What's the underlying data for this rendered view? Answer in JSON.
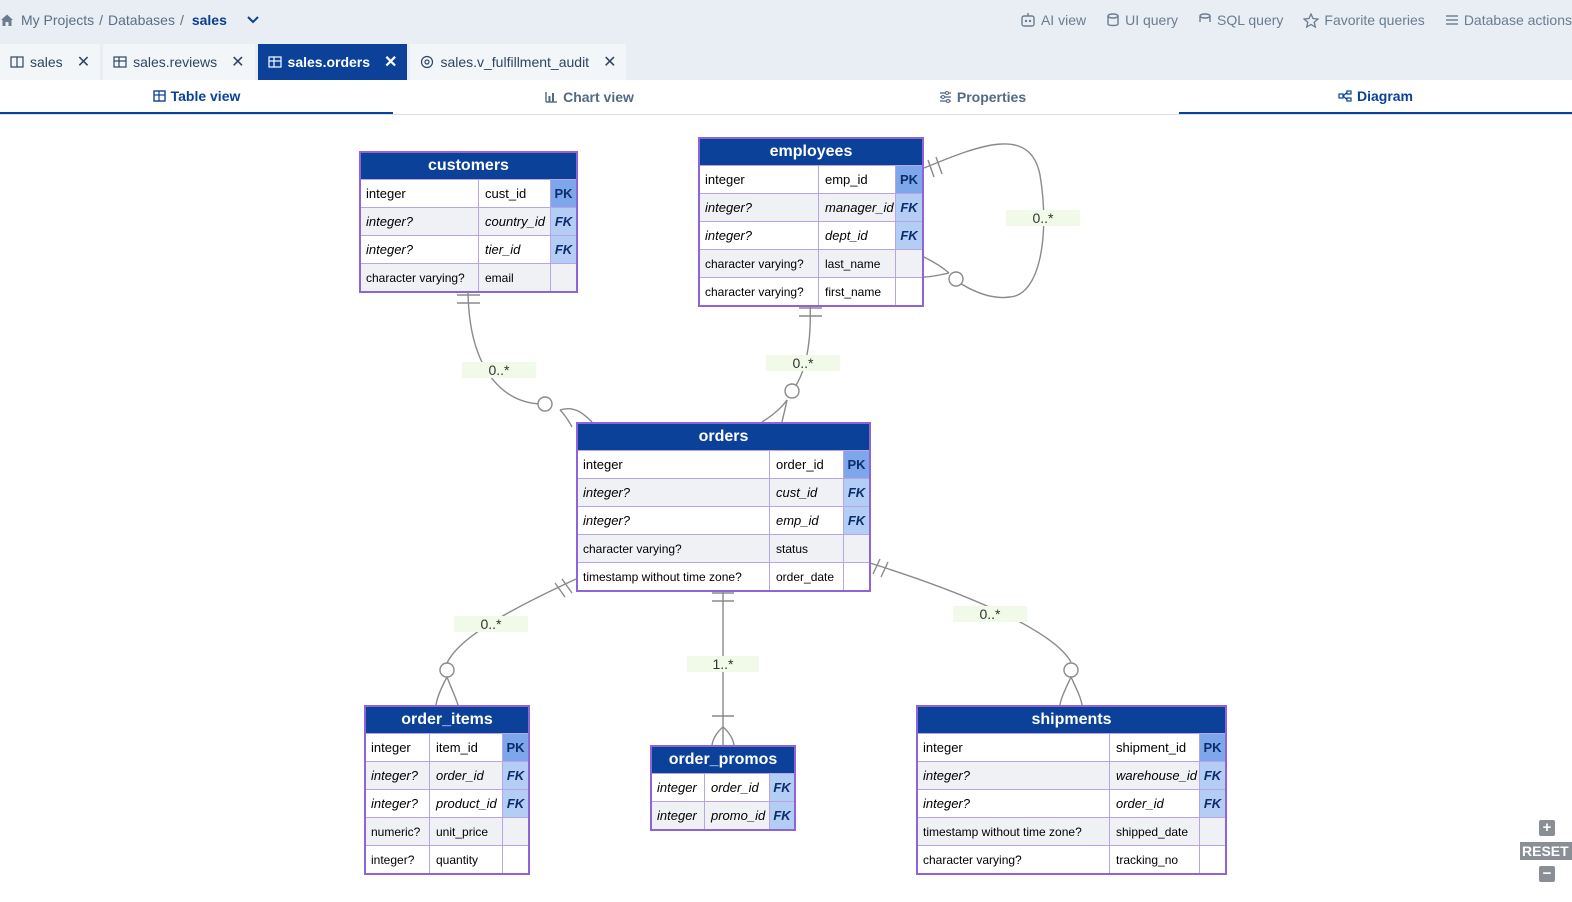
{
  "breadcrumb": {
    "projects": "My Projects",
    "sep": "/",
    "databases": "Databases",
    "current": "sales"
  },
  "actions": [
    {
      "label": "AI view",
      "icon": "robot-icon"
    },
    {
      "label": "UI query",
      "icon": "database-icon"
    },
    {
      "label": "SQL query",
      "icon": "sql-icon"
    },
    {
      "label": "Favorite queries",
      "icon": "star-icon"
    },
    {
      "label": "Database actions",
      "icon": "menu-icon"
    }
  ],
  "tabs": [
    {
      "label": "sales",
      "icon": "book-icon"
    },
    {
      "label": "sales.reviews",
      "icon": "table-icon"
    },
    {
      "label": "sales.orders",
      "icon": "table-icon"
    },
    {
      "label": "sales.v_fulfillment_audit",
      "icon": "view-icon"
    }
  ],
  "views": [
    "Table view",
    "Chart view",
    "Properties",
    "Diagram"
  ],
  "entities": {
    "customers": {
      "title": "customers",
      "rows": [
        [
          "integer",
          "cust_id",
          "PK"
        ],
        [
          "integer?",
          "country_id",
          "FK"
        ],
        [
          "integer?",
          "tier_id",
          "FK"
        ],
        [
          "character varying?",
          "email",
          ""
        ]
      ]
    },
    "employees": {
      "title": "employees",
      "rows": [
        [
          "integer",
          "emp_id",
          "PK"
        ],
        [
          "integer?",
          "manager_id",
          "FK"
        ],
        [
          "integer?",
          "dept_id",
          "FK"
        ],
        [
          "character varying?",
          "last_name",
          ""
        ],
        [
          "character varying?",
          "first_name",
          ""
        ]
      ]
    },
    "orders": {
      "title": "orders",
      "rows": [
        [
          "integer",
          "order_id",
          "PK"
        ],
        [
          "integer?",
          "cust_id",
          "FK"
        ],
        [
          "integer?",
          "emp_id",
          "FK"
        ],
        [
          "character varying?",
          "status",
          ""
        ],
        [
          "timestamp without time zone?",
          "order_date",
          ""
        ]
      ]
    },
    "order_items": {
      "title": "order_items",
      "rows": [
        [
          "integer",
          "item_id",
          "PK"
        ],
        [
          "integer?",
          "order_id",
          "FK"
        ],
        [
          "integer?",
          "product_id",
          "FK"
        ],
        [
          "numeric?",
          "unit_price",
          ""
        ],
        [
          "integer?",
          "quantity",
          ""
        ]
      ]
    },
    "order_promos": {
      "title": "order_promos",
      "rows": [
        [
          "integer",
          "order_id",
          "FK"
        ],
        [
          "integer",
          "promo_id",
          "FK"
        ]
      ]
    },
    "shipments": {
      "title": "shipments",
      "rows": [
        [
          "integer",
          "shipment_id",
          "PK"
        ],
        [
          "integer?",
          "warehouse_id",
          "FK"
        ],
        [
          "integer?",
          "order_id",
          "FK"
        ],
        [
          "timestamp without time zone?",
          "shipped_date",
          ""
        ],
        [
          "character varying?",
          "tracking_no",
          ""
        ]
      ]
    }
  },
  "cardinalities": {
    "cust_orders": "0..*",
    "emp_orders": "0..*",
    "emp_self": "0..*",
    "order_items": "0..*",
    "order_promos": "1..*",
    "order_shipments": "0..*"
  },
  "zoom": {
    "plus": "+",
    "reset": "RESET",
    "minus": "−"
  }
}
